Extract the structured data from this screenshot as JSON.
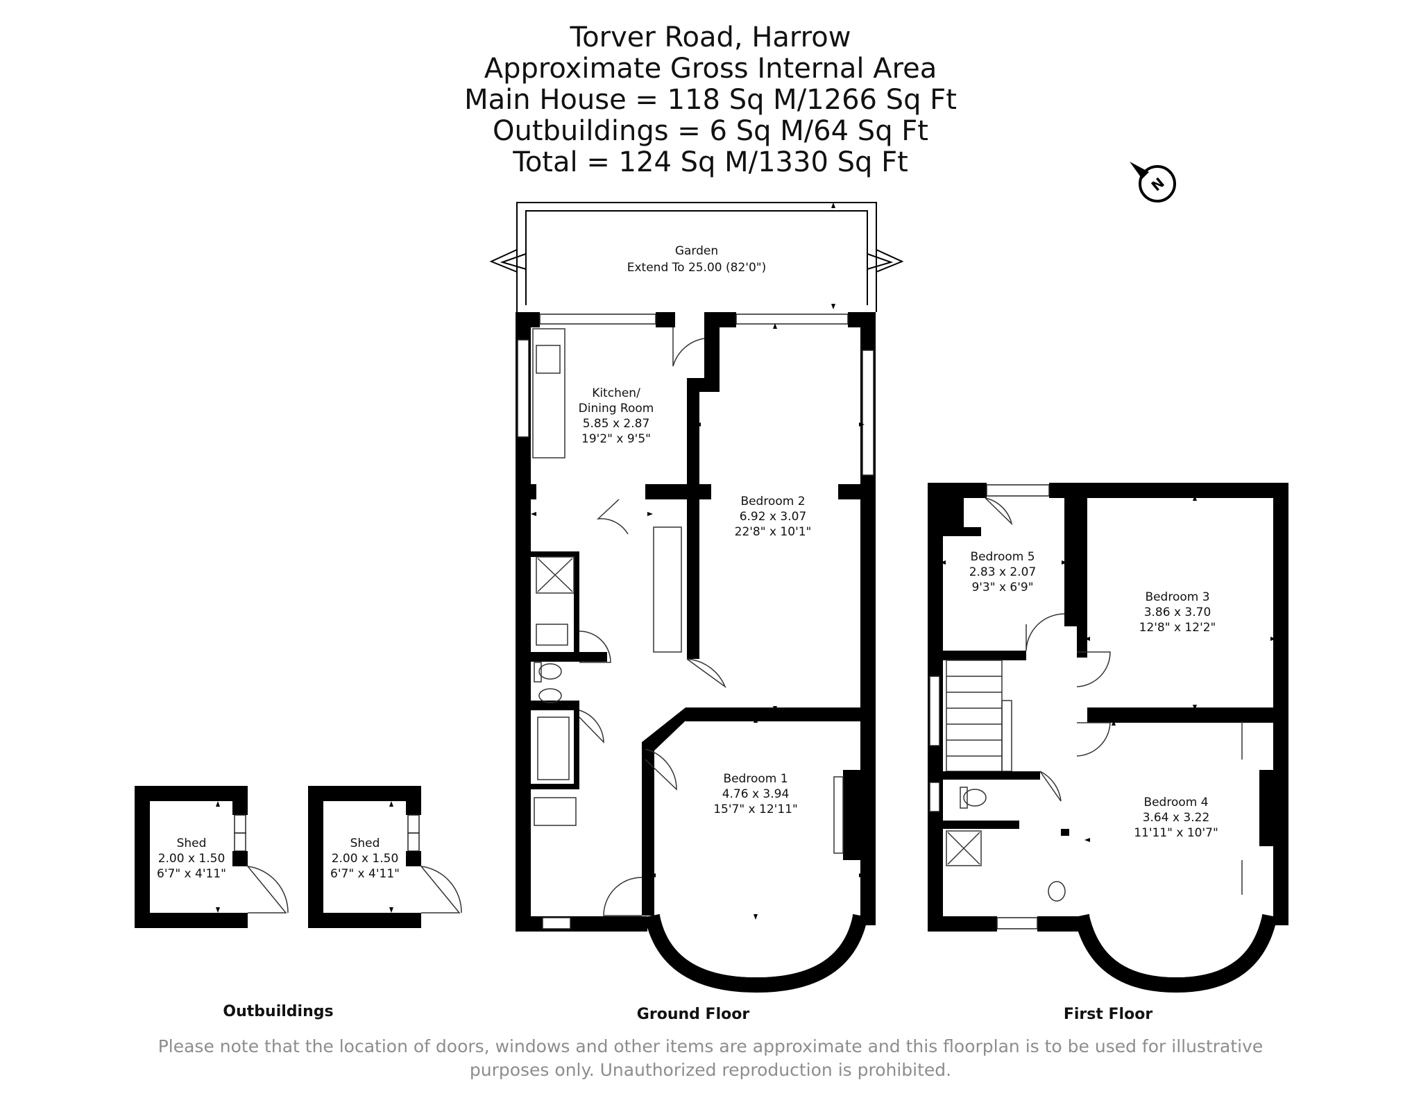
{
  "header": {
    "title": "Torver Road, Harrow",
    "subtitle": "Approximate Gross Internal Area",
    "main_house": "Main House = 118 Sq M/1266 Sq Ft",
    "outbuildings": "Outbuildings = 6 Sq M/64 Sq Ft",
    "total": "Total = 124 Sq M/1330 Sq Ft"
  },
  "compass": {
    "label": "N"
  },
  "garden": {
    "name": "Garden",
    "extent": "Extend To 25.00 (82'0\")"
  },
  "rooms": {
    "kitchen": {
      "name_line1": "Kitchen/",
      "name_line2": "Dining Room",
      "metric": "5.85 x 2.87",
      "imperial": "19'2\" x 9'5\""
    },
    "bedroom2": {
      "name": "Bedroom 2",
      "metric": "6.92 x 3.07",
      "imperial": "22'8\" x 10'1\""
    },
    "bedroom1": {
      "name": "Bedroom 1",
      "metric": "4.76 x 3.94",
      "imperial": "15'7\" x 12'11\""
    },
    "bedroom5": {
      "name": "Bedroom 5",
      "metric": "2.83 x 2.07",
      "imperial": "9'3\" x 6'9\""
    },
    "bedroom3": {
      "name": "Bedroom 3",
      "metric": "3.86 x 3.70",
      "imperial": "12'8\" x 12'2\""
    },
    "bedroom4": {
      "name": "Bedroom 4",
      "metric": "3.64 x 3.22",
      "imperial": "11'11\" x 10'7\""
    },
    "shed1": {
      "name": "Shed",
      "metric": "2.00 x 1.50",
      "imperial": "6'7\" x 4'11\""
    },
    "shed2": {
      "name": "Shed",
      "metric": "2.00 x 1.50",
      "imperial": "6'7\" x 4'11\""
    }
  },
  "floor_labels": {
    "outbuildings": "Outbuildings",
    "ground": "Ground Floor",
    "first": "First Floor"
  },
  "disclaimer": {
    "line1": "Please note that the location of doors, windows and other items are approximate and this floorplan is to be used for illustrative",
    "line2": "purposes only. Unauthorized reproduction is prohibited."
  }
}
